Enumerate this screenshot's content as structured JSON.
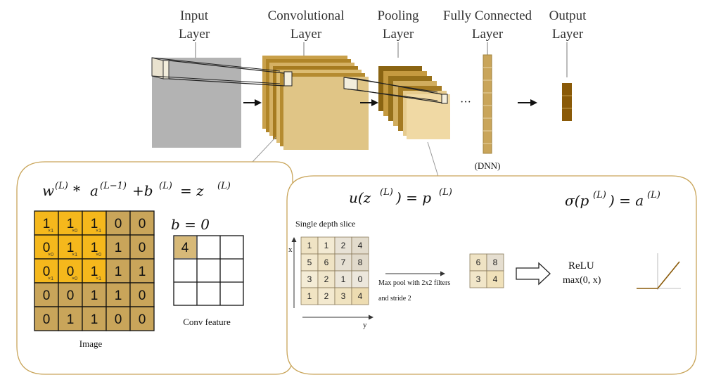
{
  "layers": [
    {
      "id": "input",
      "label_line1": "Input",
      "label_line2": "Layer"
    },
    {
      "id": "conv",
      "label_line1": "Convolutional",
      "label_line2": "Layer"
    },
    {
      "id": "pool",
      "label_line1": "Pooling",
      "label_line2": "Layer"
    },
    {
      "id": "fc",
      "label_line1": "Fully Connected",
      "label_line2": "Layer"
    },
    {
      "id": "output",
      "label_line1": "Output",
      "label_line2": "Layer"
    }
  ],
  "ellipsis": "···",
  "dnn_label": "(DNN)",
  "conv_panel": {
    "equation": {
      "w": "w",
      "L1": "(L)",
      "star": " * ",
      "a": "a",
      "L2": "(L−1)",
      "plus": " +b",
      "L3": "(L)",
      "eq": "  = z",
      "L4": "(L)"
    },
    "bias": "b = 0",
    "image_grid": [
      [
        1,
        1,
        1,
        0,
        0
      ],
      [
        0,
        1,
        1,
        1,
        0
      ],
      [
        0,
        0,
        1,
        1,
        1
      ],
      [
        0,
        0,
        1,
        1,
        0
      ],
      [
        0,
        1,
        1,
        0,
        0
      ]
    ],
    "kernel_subscripts": [
      [
        "×1",
        "×0",
        "×1"
      ],
      [
        "×0",
        "×1",
        "×0"
      ],
      [
        "×1",
        "×0",
        "×1"
      ]
    ],
    "feature_value": "4",
    "image_label": "Image",
    "feature_label": "Conv feature"
  },
  "pool_panel": {
    "equation_u": {
      "u": "u(z",
      "L1": "(L)",
      "close": ")  = p",
      "L2": "(L)"
    },
    "equation_sigma": {
      "s": "σ(p",
      "L1": "(L)",
      "close": ") = a",
      "L2": "(L)"
    },
    "slice_title": "Single depth slice",
    "axis_x": "x",
    "axis_y": "y",
    "slice_grid": [
      [
        1,
        1,
        2,
        4
      ],
      [
        5,
        6,
        7,
        8
      ],
      [
        3,
        2,
        1,
        0
      ],
      [
        1,
        2,
        3,
        4
      ]
    ],
    "pool_caption_line1": "Max pool with 2x2 filters",
    "pool_caption_line2": "and stride 2",
    "pooled_grid": [
      [
        6,
        8
      ],
      [
        3,
        4
      ]
    ],
    "relu_title": "ReLU",
    "relu_formula": "max(0, x)"
  },
  "colors": {
    "gold_dark": "#a07a1c",
    "gold_mid": "#c9a04a",
    "gold_light": "#e8cf94",
    "cell_orange": "#f5b81c",
    "cell_tan": "#c9a55a",
    "input_gray": "#b3b3b3",
    "output_brown": "#8a5a08"
  }
}
